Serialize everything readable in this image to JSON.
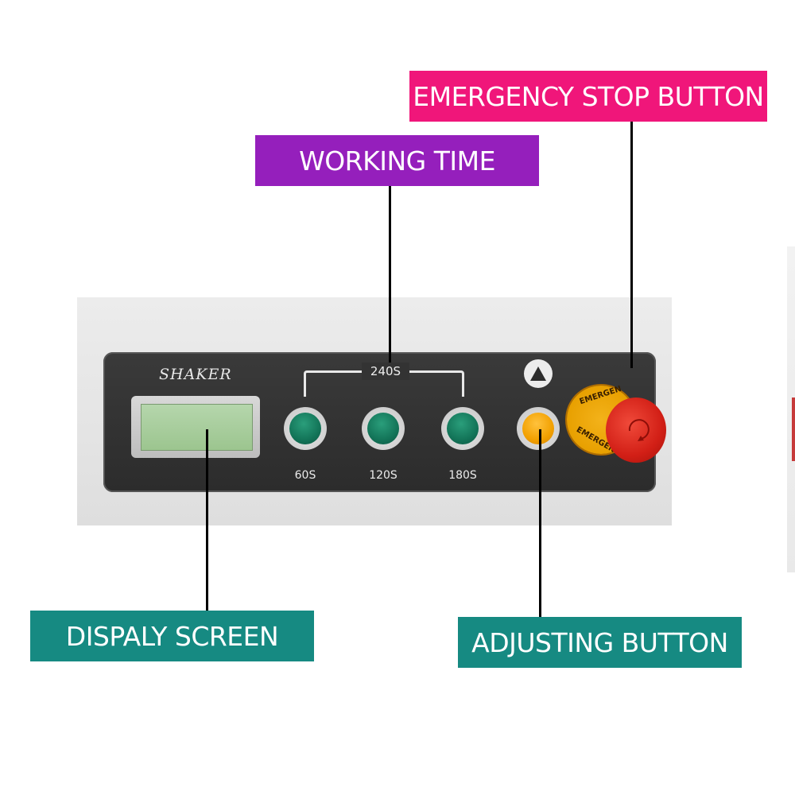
{
  "callouts": {
    "emergency_stop": {
      "label": "EMERGENCY STOP BUTTON",
      "color": "#f0167a"
    },
    "working_time": {
      "label": "WORKING TIME",
      "color": "#951fbc"
    },
    "display_screen": {
      "label": "DISPALY SCREEN",
      "color": "#168a82"
    },
    "adjusting_button": {
      "label": "ADJUSTING BUTTON",
      "color": "#168a82"
    }
  },
  "panel": {
    "brand": "SHAKER",
    "time_group_label": "240S",
    "time_buttons": [
      {
        "label": "60S",
        "color": "green"
      },
      {
        "label": "120S",
        "color": "green"
      },
      {
        "label": "180S",
        "color": "green"
      }
    ],
    "adjust_button": {
      "color": "orange"
    },
    "up_icon": "up-triangle-icon",
    "emergency_stop_text": "EMERGEN"
  }
}
